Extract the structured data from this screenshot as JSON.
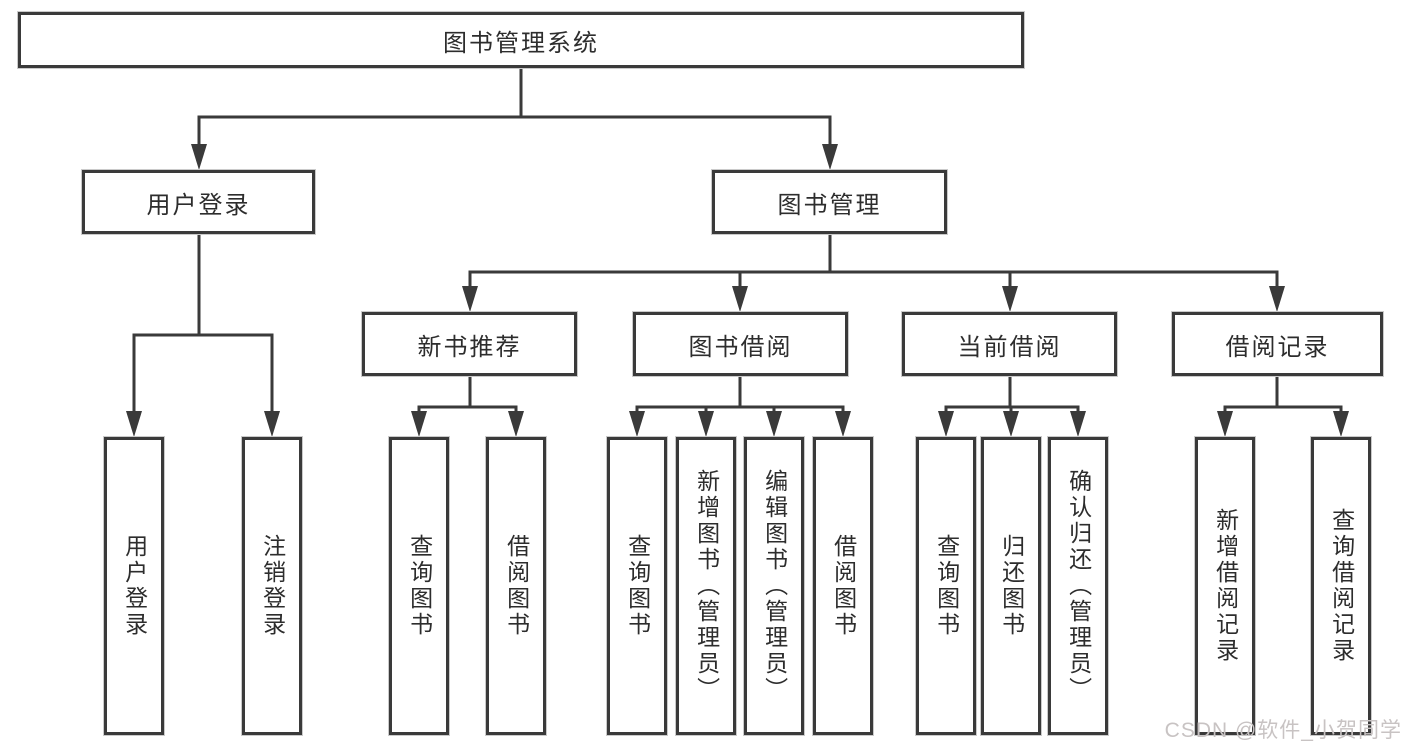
{
  "tree": {
    "label": "图书管理系统",
    "children": [
      {
        "label": "用户登录",
        "children": [
          {
            "label": "用户登录"
          },
          {
            "label": "注销登录"
          }
        ]
      },
      {
        "label": "图书管理",
        "children": [
          {
            "label": "新书推荐",
            "children": [
              {
                "label": "查询图书"
              },
              {
                "label": "借阅图书"
              }
            ]
          },
          {
            "label": "图书借阅",
            "children": [
              {
                "label": "查询图书"
              },
              {
                "label": "新增图书（管理员）"
              },
              {
                "label": "编辑图书（管理员）"
              },
              {
                "label": "借阅图书"
              }
            ]
          },
          {
            "label": "当前借阅",
            "children": [
              {
                "label": "查询图书"
              },
              {
                "label": "归还图书"
              },
              {
                "label": "确认归还（管理员）"
              }
            ]
          },
          {
            "label": "借阅记录",
            "children": [
              {
                "label": "新增借阅记录"
              },
              {
                "label": "查询借阅记录"
              }
            ]
          }
        ]
      }
    ]
  },
  "watermark": {
    "text": "CSDN @软件_小贺同学"
  },
  "colors": {
    "line": "#3a3a3a",
    "box_border": "#3a3a3a",
    "text": "#2d2d2d",
    "watermark": "#c8c3c3",
    "background": "#ffffff"
  }
}
